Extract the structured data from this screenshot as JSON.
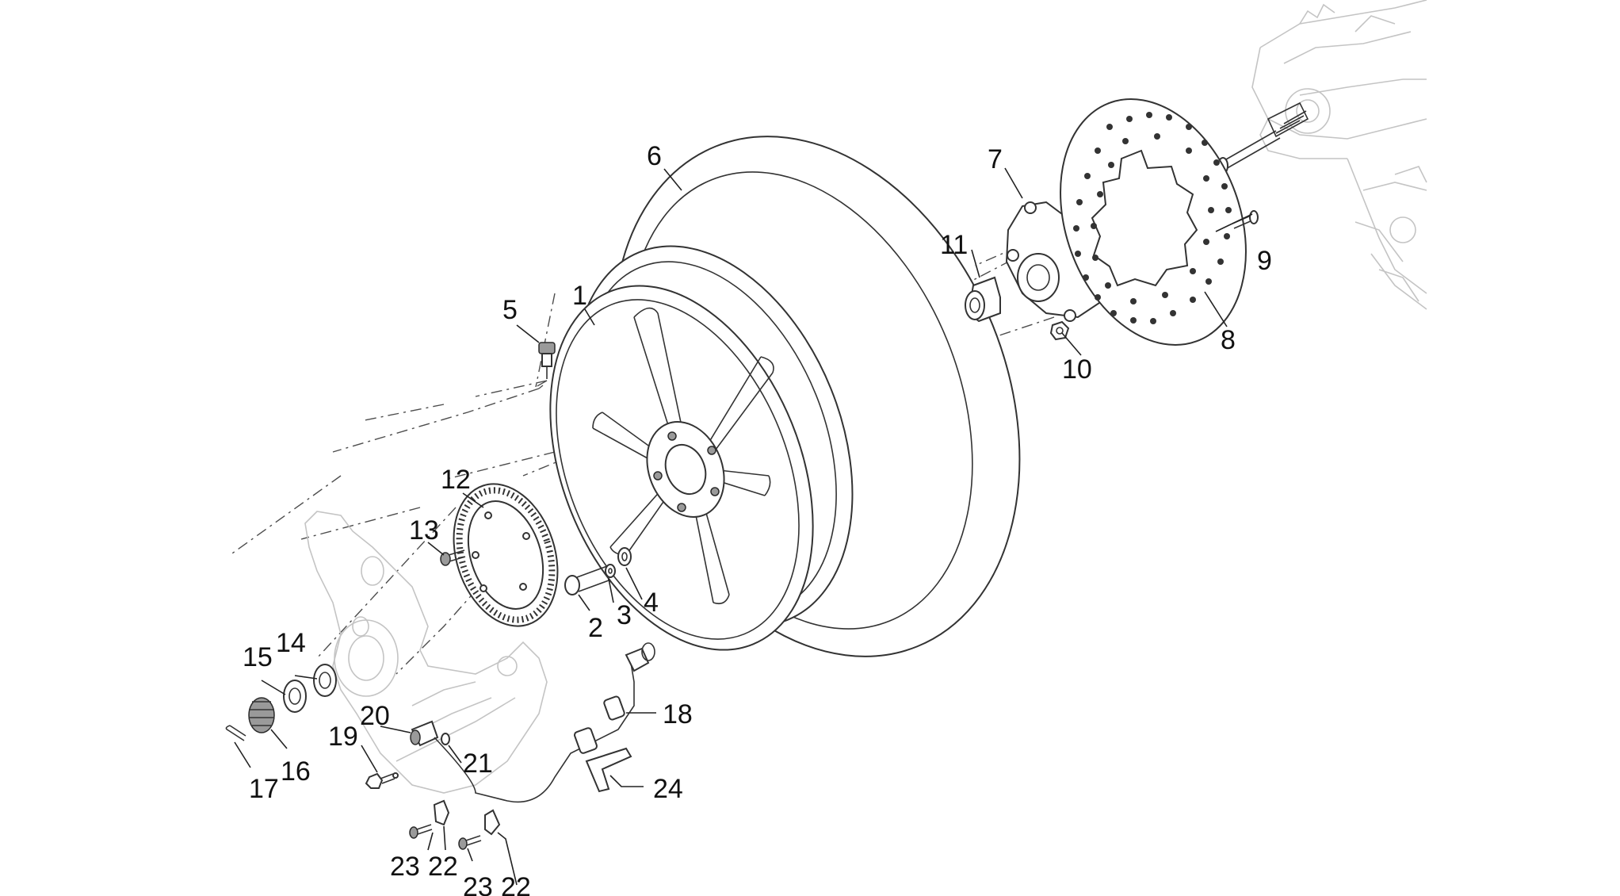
{
  "diagram": {
    "callouts": [
      {
        "id": "c1",
        "text": "1"
      },
      {
        "id": "c2",
        "text": "2"
      },
      {
        "id": "c3",
        "text": "3"
      },
      {
        "id": "c4",
        "text": "4"
      },
      {
        "id": "c5",
        "text": "5"
      },
      {
        "id": "c6",
        "text": "6"
      },
      {
        "id": "c7",
        "text": "7"
      },
      {
        "id": "c8",
        "text": "8"
      },
      {
        "id": "c9",
        "text": "9"
      },
      {
        "id": "c10",
        "text": "10"
      },
      {
        "id": "c11",
        "text": "11"
      },
      {
        "id": "c12",
        "text": "12"
      },
      {
        "id": "c13",
        "text": "13"
      },
      {
        "id": "c14",
        "text": "14"
      },
      {
        "id": "c15",
        "text": "15"
      },
      {
        "id": "c16",
        "text": "16"
      },
      {
        "id": "c17",
        "text": "17"
      },
      {
        "id": "c18",
        "text": "18"
      },
      {
        "id": "c19",
        "text": "19"
      },
      {
        "id": "c20",
        "text": "20"
      },
      {
        "id": "c21",
        "text": "21"
      },
      {
        "id": "c22a",
        "text": "22"
      },
      {
        "id": "c22b",
        "text": "22"
      },
      {
        "id": "c23a",
        "text": "23"
      },
      {
        "id": "c23b",
        "text": "23"
      },
      {
        "id": "c24",
        "text": "24"
      }
    ]
  }
}
